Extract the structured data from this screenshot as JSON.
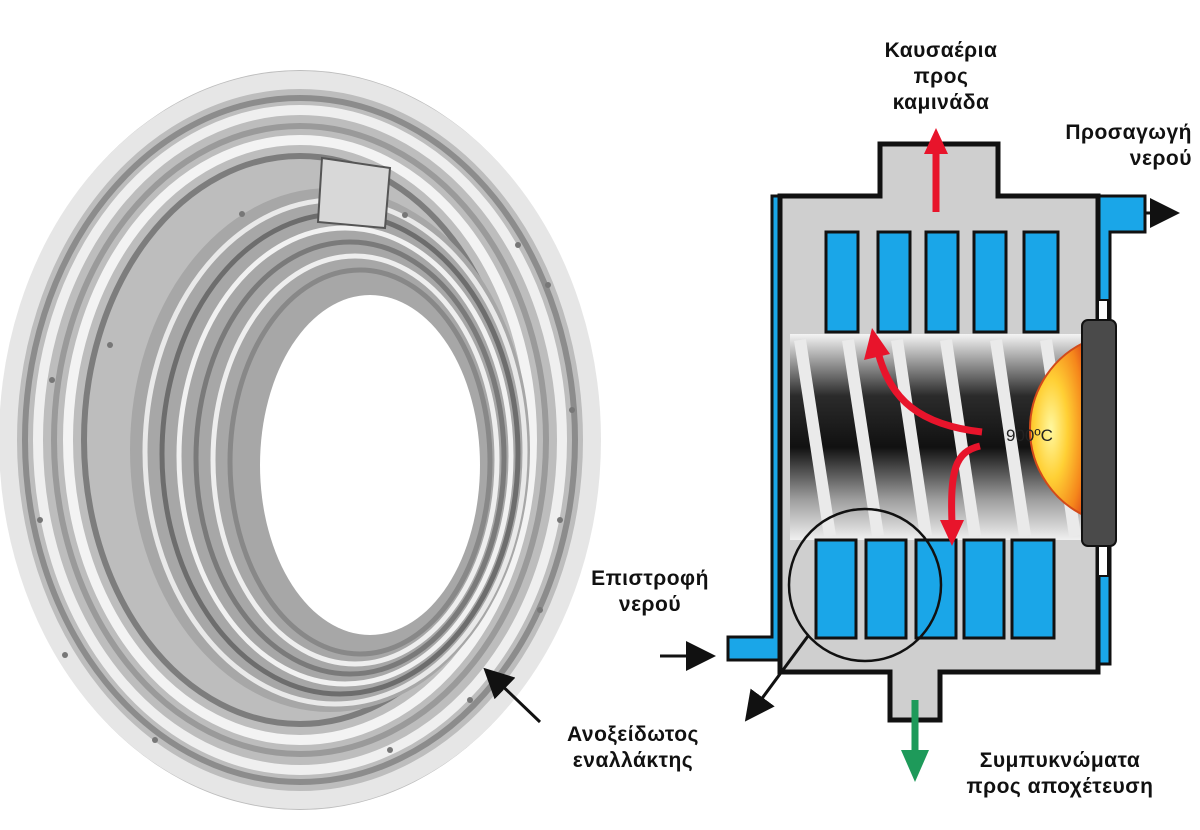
{
  "labels": {
    "flue_gas": [
      "Καυσαέρια",
      "προς",
      "καμινάδα"
    ],
    "water_supply": [
      "Προσαγωγή",
      "νερού"
    ],
    "water_return": [
      "Επιστροφή",
      "νερού"
    ],
    "exchanger": [
      "Ανοξείδωτος",
      "εναλλάκτης"
    ],
    "condensate": [
      "Συμπυκνώματα",
      "προς αποχέτευση"
    ],
    "temperature": "900ºC"
  },
  "colors": {
    "water": "#1aa6e8",
    "hot_gas_arrow": "#e8142b",
    "condensate_arrow": "#1e9a5a",
    "casing": "#cfcfcf",
    "burner": "#f7a11a"
  }
}
